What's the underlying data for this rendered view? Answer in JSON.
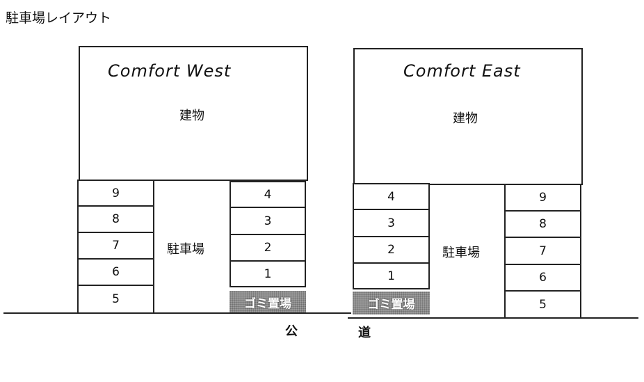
{
  "title": "駐車場レイアウト",
  "west": {
    "name": "Comfort West",
    "building": "建物",
    "lot_label": "駐車場",
    "left_spaces": [
      "9",
      "8",
      "7",
      "6",
      "5"
    ],
    "right_spaces": [
      "4",
      "3",
      "2",
      "1"
    ],
    "trash": "ゴミ置場"
  },
  "east": {
    "name": "Comfort East",
    "building": "建物",
    "lot_label": "駐車場",
    "left_spaces": [
      "4",
      "3",
      "2",
      "1"
    ],
    "right_spaces": [
      "9",
      "8",
      "7",
      "6",
      "5"
    ],
    "trash": "ゴミ置場"
  },
  "road": {
    "char1": "公",
    "char2": "道"
  }
}
